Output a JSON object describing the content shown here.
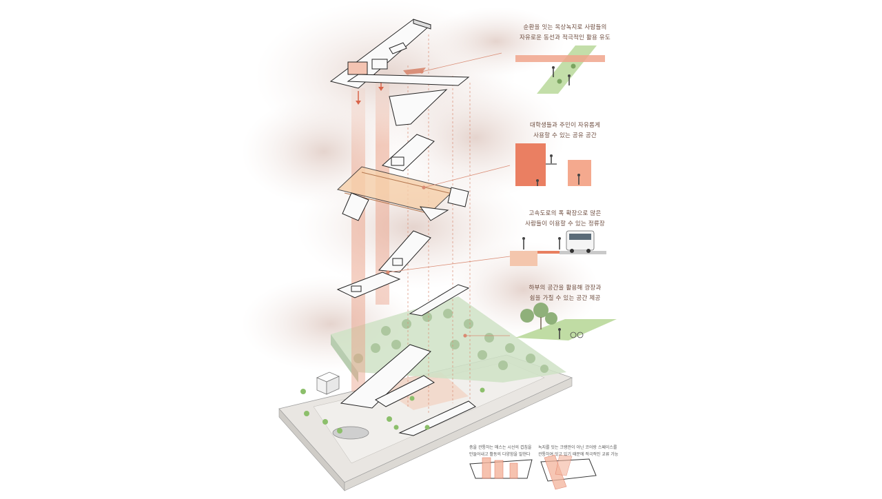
{
  "annotations": {
    "rooftop_green": "순환을 잇는 옥상녹지로 사람들의\n자유로운 동선과 적극적인 활용 유도",
    "shared_space": "대학생들과 주민이 자유롭게\n사용할 수 있는 공유 공간",
    "bus_stop": "고속도로의 폭 확장으로 많은\n사람들이 이용할 수 있는 정류장",
    "lower_plaza": "하부의 공간을 활용해 광장과\n쉼을 가질 수 있는 공간 제공"
  },
  "notes": {
    "left": "층을 관통하는 매스는 시선의 겹침을\n만들어내고 활동의 다양함을 발현다",
    "right": "녹지를 잇는 크랭만이 아닌 코어랑 스페이스를\n관통하여 잇고 있기 때문에 적극적인 교류 가능"
  },
  "colors": {
    "accent": "#e87f5f",
    "accent_light": "#f4b49c",
    "green": "#b9d89a",
    "cloud": "#e8d9d3",
    "line": "#2a2a2a"
  }
}
